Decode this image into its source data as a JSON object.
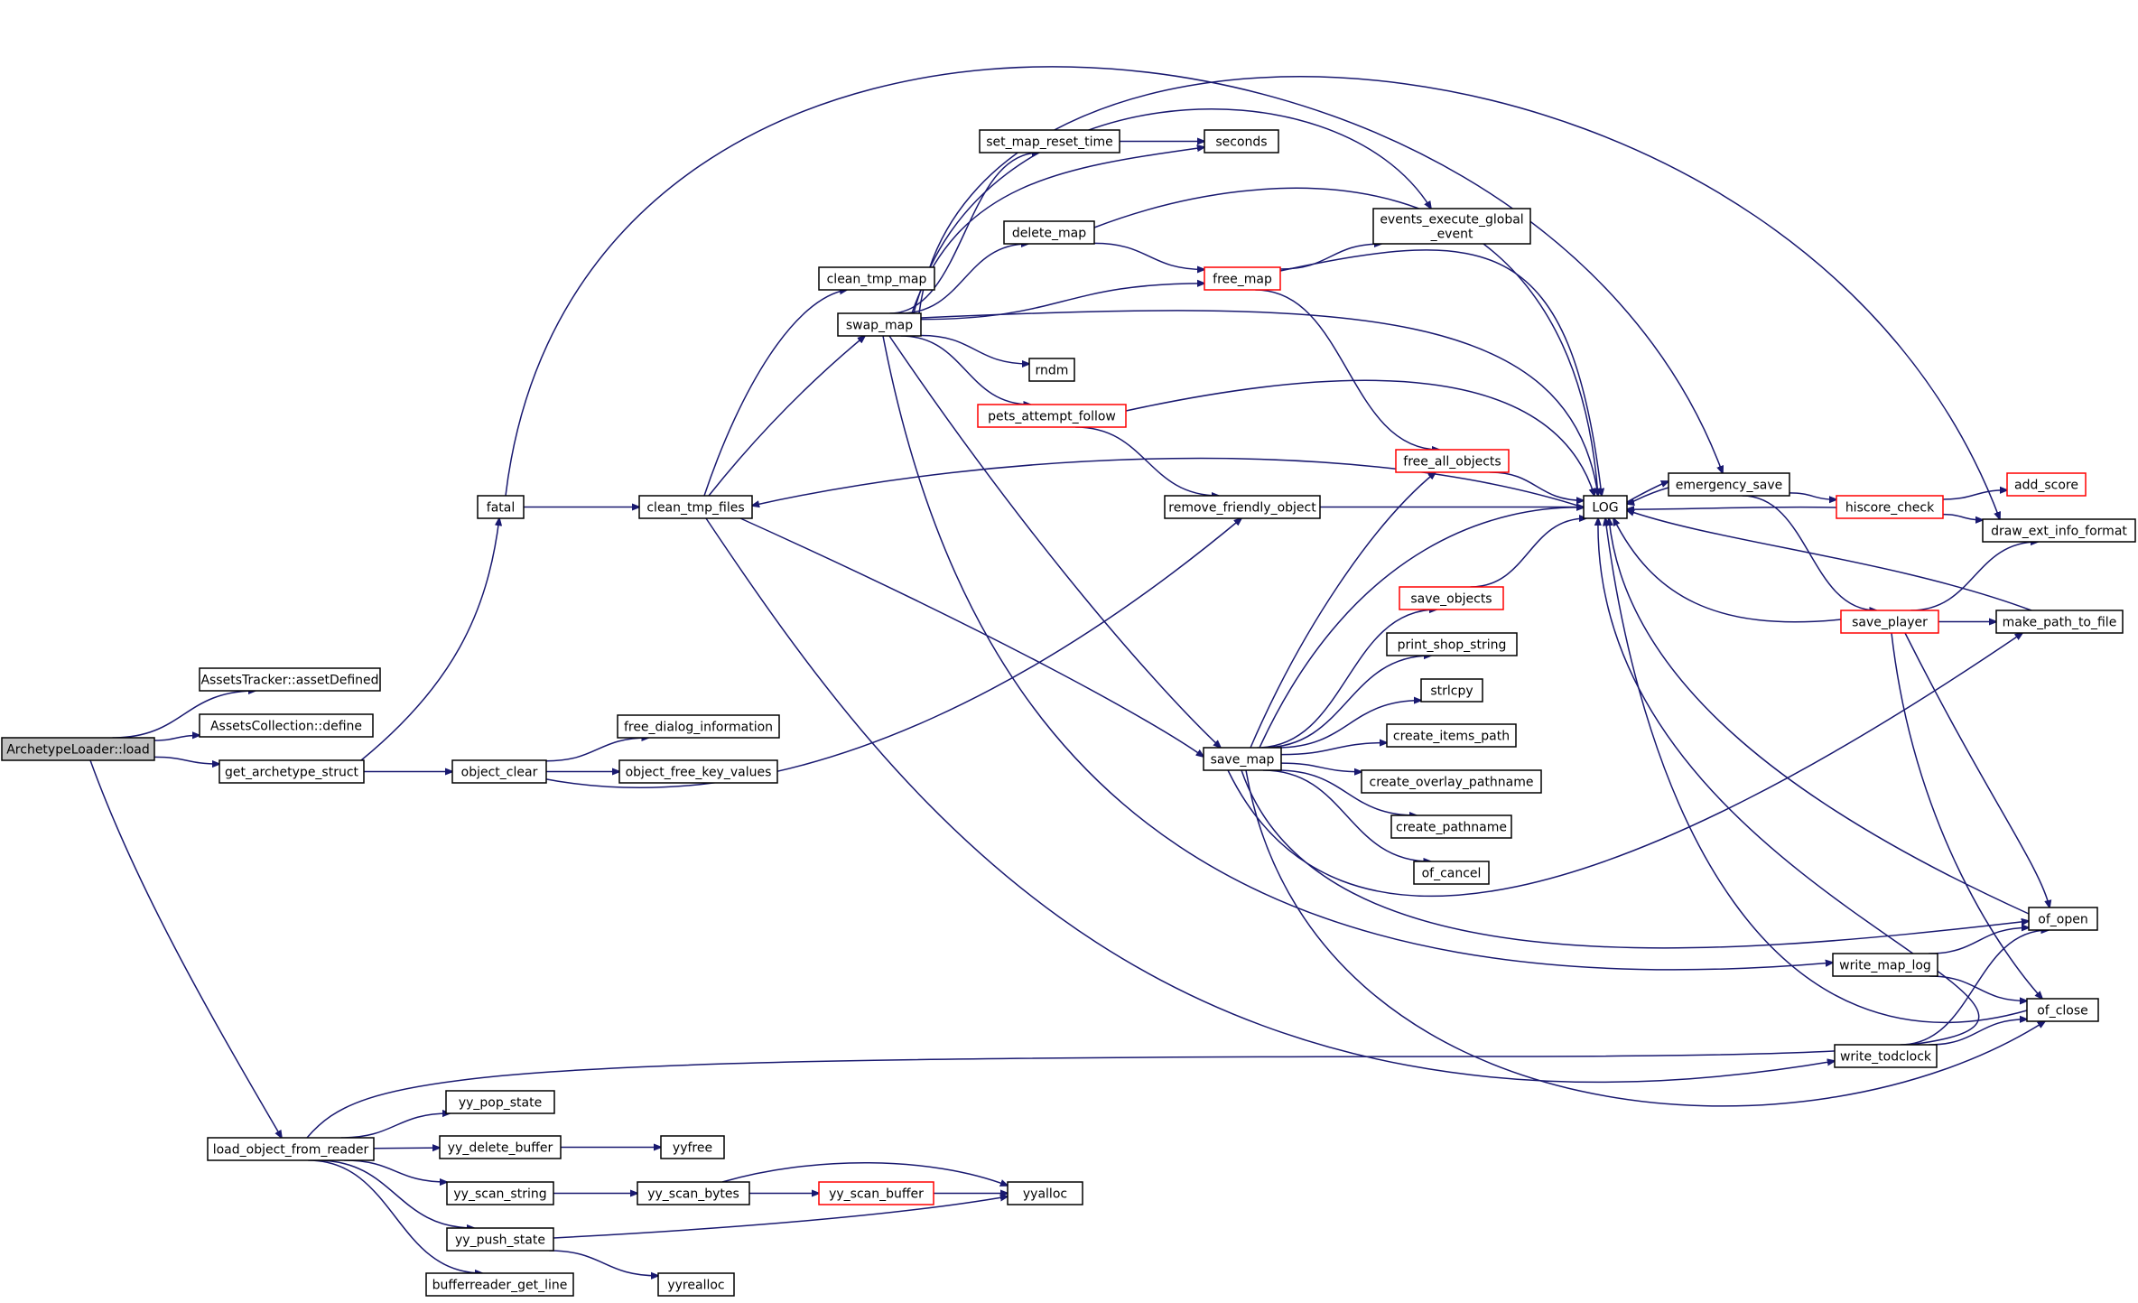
{
  "graph": {
    "colors": {
      "edge": "#191970",
      "node_border": "#000000",
      "node_border_truncated": "#ff0000",
      "root_fill": "#bfbfbf",
      "node_fill": "#ffffff"
    },
    "nodes": [
      {
        "id": "load",
        "label": "ArchetypeLoader::load",
        "root": true
      },
      {
        "id": "assetDefined",
        "label": "AssetsTracker::assetDefined"
      },
      {
        "id": "define",
        "label": "AssetsCollection::define"
      },
      {
        "id": "get_archetype_struct",
        "label": "get_archetype_struct"
      },
      {
        "id": "load_object_from_reader",
        "label": "load_object_from_reader"
      },
      {
        "id": "fatal",
        "label": "fatal"
      },
      {
        "id": "object_clear",
        "label": "object_clear"
      },
      {
        "id": "clean_tmp_files",
        "label": "clean_tmp_files"
      },
      {
        "id": "clean_tmp_map",
        "label": "clean_tmp_map"
      },
      {
        "id": "swap_map",
        "label": "swap_map"
      },
      {
        "id": "free_dialog_information",
        "label": "free_dialog_information"
      },
      {
        "id": "object_free_key_values",
        "label": "object_free_key_values"
      },
      {
        "id": "set_map_reset_time",
        "label": "set_map_reset_time"
      },
      {
        "id": "seconds",
        "label": "seconds"
      },
      {
        "id": "delete_map",
        "label": "delete_map"
      },
      {
        "id": "events_execute_global_event",
        "label": "events_execute_global\n_event"
      },
      {
        "id": "free_map",
        "label": "free_map",
        "truncated": true
      },
      {
        "id": "rndm",
        "label": "rndm"
      },
      {
        "id": "pets_attempt_follow",
        "label": "pets_attempt_follow",
        "truncated": true
      },
      {
        "id": "remove_friendly_object",
        "label": "remove_friendly_object"
      },
      {
        "id": "free_all_objects",
        "label": "free_all_objects",
        "truncated": true
      },
      {
        "id": "LOG",
        "label": "LOG"
      },
      {
        "id": "emergency_save",
        "label": "emergency_save"
      },
      {
        "id": "hiscore_check",
        "label": "hiscore_check",
        "truncated": true
      },
      {
        "id": "add_score",
        "label": "add_score",
        "truncated": true
      },
      {
        "id": "draw_ext_info_format",
        "label": "draw_ext_info_format"
      },
      {
        "id": "save_objects",
        "label": "save_objects",
        "truncated": true
      },
      {
        "id": "save_player",
        "label": "save_player",
        "truncated": true
      },
      {
        "id": "make_path_to_file",
        "label": "make_path_to_file"
      },
      {
        "id": "print_shop_string",
        "label": "print_shop_string"
      },
      {
        "id": "strlcpy",
        "label": "strlcpy"
      },
      {
        "id": "save_map",
        "label": "save_map"
      },
      {
        "id": "create_items_path",
        "label": "create_items_path"
      },
      {
        "id": "create_overlay_pathname",
        "label": "create_overlay_pathname"
      },
      {
        "id": "create_pathname",
        "label": "create_pathname"
      },
      {
        "id": "of_cancel",
        "label": "of_cancel"
      },
      {
        "id": "of_open",
        "label": "of_open"
      },
      {
        "id": "write_map_log",
        "label": "write_map_log"
      },
      {
        "id": "of_close",
        "label": "of_close"
      },
      {
        "id": "write_todclock",
        "label": "write_todclock"
      },
      {
        "id": "yy_pop_state",
        "label": "yy_pop_state"
      },
      {
        "id": "yy_delete_buffer",
        "label": "yy_delete_buffer"
      },
      {
        "id": "yyfree",
        "label": "yyfree"
      },
      {
        "id": "yy_scan_string",
        "label": "yy_scan_string"
      },
      {
        "id": "yy_scan_bytes",
        "label": "yy_scan_bytes"
      },
      {
        "id": "yy_scan_buffer",
        "label": "yy_scan_buffer",
        "truncated": true
      },
      {
        "id": "yyalloc",
        "label": "yyalloc"
      },
      {
        "id": "yy_push_state",
        "label": "yy_push_state"
      },
      {
        "id": "yyrealloc",
        "label": "yyrealloc"
      },
      {
        "id": "bufferreader_get_line",
        "label": "bufferreader_get_line"
      }
    ],
    "edges": [
      [
        "load",
        "assetDefined"
      ],
      [
        "load",
        "define"
      ],
      [
        "load",
        "get_archetype_struct"
      ],
      [
        "load",
        "load_object_from_reader"
      ],
      [
        "get_archetype_struct",
        "fatal"
      ],
      [
        "get_archetype_struct",
        "object_clear"
      ],
      [
        "fatal",
        "clean_tmp_files"
      ],
      [
        "fatal",
        "emergency_save"
      ],
      [
        "clean_tmp_files",
        "clean_tmp_map"
      ],
      [
        "clean_tmp_files",
        "swap_map"
      ],
      [
        "clean_tmp_files",
        "save_map"
      ],
      [
        "clean_tmp_files",
        "write_todclock"
      ],
      [
        "object_clear",
        "free_dialog_information"
      ],
      [
        "object_clear",
        "object_free_key_values"
      ],
      [
        "object_clear",
        "remove_friendly_object"
      ],
      [
        "swap_map",
        "set_map_reset_time"
      ],
      [
        "swap_map",
        "seconds"
      ],
      [
        "swap_map",
        "delete_map"
      ],
      [
        "swap_map",
        "events_execute_global_event"
      ],
      [
        "swap_map",
        "free_map"
      ],
      [
        "swap_map",
        "rndm"
      ],
      [
        "swap_map",
        "pets_attempt_follow"
      ],
      [
        "swap_map",
        "LOG"
      ],
      [
        "swap_map",
        "save_map"
      ],
      [
        "swap_map",
        "write_map_log"
      ],
      [
        "swap_map",
        "draw_ext_info_format"
      ],
      [
        "set_map_reset_time",
        "seconds"
      ],
      [
        "delete_map",
        "free_map"
      ],
      [
        "delete_map",
        "LOG"
      ],
      [
        "free_map",
        "events_execute_global_event"
      ],
      [
        "free_map",
        "free_all_objects"
      ],
      [
        "free_map",
        "LOG"
      ],
      [
        "pets_attempt_follow",
        "remove_friendly_object"
      ],
      [
        "pets_attempt_follow",
        "LOG"
      ],
      [
        "remove_friendly_object",
        "LOG"
      ],
      [
        "free_all_objects",
        "LOG"
      ],
      [
        "LOG",
        "clean_tmp_files"
      ],
      [
        "LOG",
        "emergency_save"
      ],
      [
        "emergency_save",
        "LOG"
      ],
      [
        "emergency_save",
        "hiscore_check"
      ],
      [
        "emergency_save",
        "save_player"
      ],
      [
        "hiscore_check",
        "LOG"
      ],
      [
        "hiscore_check",
        "add_score"
      ],
      [
        "hiscore_check",
        "draw_ext_info_format"
      ],
      [
        "save_player",
        "LOG"
      ],
      [
        "save_player",
        "draw_ext_info_format"
      ],
      [
        "save_player",
        "make_path_to_file"
      ],
      [
        "save_player",
        "of_open"
      ],
      [
        "save_player",
        "of_close"
      ],
      [
        "make_path_to_file",
        "LOG"
      ],
      [
        "save_map",
        "free_all_objects"
      ],
      [
        "save_map",
        "LOG"
      ],
      [
        "save_map",
        "save_objects"
      ],
      [
        "save_map",
        "print_shop_string"
      ],
      [
        "save_map",
        "strlcpy"
      ],
      [
        "save_map",
        "create_items_path"
      ],
      [
        "save_map",
        "create_overlay_pathname"
      ],
      [
        "save_map",
        "create_pathname"
      ],
      [
        "save_map",
        "of_cancel"
      ],
      [
        "save_map",
        "make_path_to_file"
      ],
      [
        "save_map",
        "of_open"
      ],
      [
        "save_map",
        "of_close"
      ],
      [
        "save_objects",
        "LOG"
      ],
      [
        "of_open",
        "LOG"
      ],
      [
        "of_close",
        "LOG"
      ],
      [
        "write_map_log",
        "of_open"
      ],
      [
        "write_map_log",
        "of_close"
      ],
      [
        "write_todclock",
        "of_open"
      ],
      [
        "write_todclock",
        "of_close"
      ],
      [
        "load_object_from_reader",
        "LOG"
      ],
      [
        "load_object_from_reader",
        "yy_pop_state"
      ],
      [
        "load_object_from_reader",
        "yy_delete_buffer"
      ],
      [
        "load_object_from_reader",
        "yy_scan_string"
      ],
      [
        "load_object_from_reader",
        "yy_push_state"
      ],
      [
        "load_object_from_reader",
        "bufferreader_get_line"
      ],
      [
        "yy_delete_buffer",
        "yyfree"
      ],
      [
        "yy_scan_string",
        "yy_scan_bytes"
      ],
      [
        "yy_scan_bytes",
        "yy_scan_buffer"
      ],
      [
        "yy_scan_bytes",
        "yyalloc"
      ],
      [
        "yy_scan_buffer",
        "yyalloc"
      ],
      [
        "yy_push_state",
        "yyalloc"
      ],
      [
        "yy_push_state",
        "yyrealloc"
      ]
    ]
  }
}
